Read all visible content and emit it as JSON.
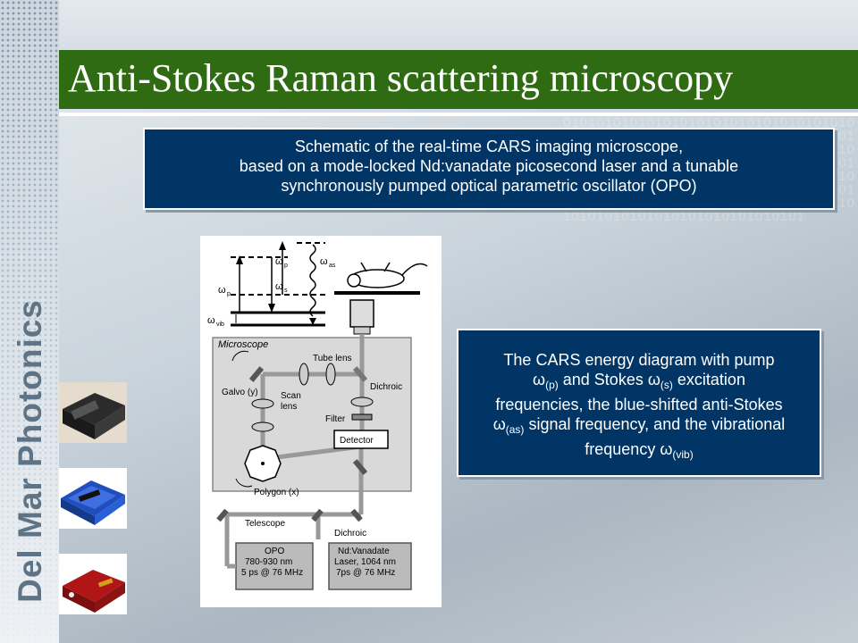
{
  "slide": {
    "title": "Anti-Stokes Raman scattering microscopy",
    "brand": "Del Mar Photonics"
  },
  "box1": {
    "lines": [
      "Schematic of the real-time CARS imaging microscope,",
      "based on a mode-locked Nd:vanadate picosecond laser and a tunable",
      "synchronously pumped optical parametric oscillator (OPO)"
    ]
  },
  "box2": {
    "t1": "The CARS energy diagram with pump",
    "w": "ω",
    "s_p": "(p)",
    "t2": " and Stokes ",
    "s_s": "(s)",
    "t3": " excitation",
    "t4": "frequencies, the blue-shifted anti-Stokes",
    "s_as": "(as)",
    "t5": " signal frequency, and the vibrational",
    "t6": "frequency ",
    "s_vib": "(vib)"
  },
  "diagram": {
    "w": "ω",
    "sub_p": "p",
    "sub_s": "s",
    "sub_as": "as",
    "sub_vib": "vib",
    "microscope": "Microscope",
    "tube_lens": "Tube lens",
    "dichroic": "Dichroic",
    "galvo": "Galvo (y)",
    "scan": "Scan",
    "lens": "lens",
    "filter": "Filter",
    "detector": "Detector",
    "polygon": "Polygon (x)",
    "telescope": "Telescope",
    "dichroic2": "Dichroic",
    "opo1": "OPO",
    "opo2": "780-930 nm",
    "opo3": "5 ps @ 76 MHz",
    "nd1": "Nd:Vanadate",
    "nd2": "Laser, 1064 nm",
    "nd3": "7ps @ 76 MHz"
  },
  "colors": {
    "title_bar": "#2f6b12",
    "box_fill": "#003566",
    "brand_text": "#5f7386"
  }
}
